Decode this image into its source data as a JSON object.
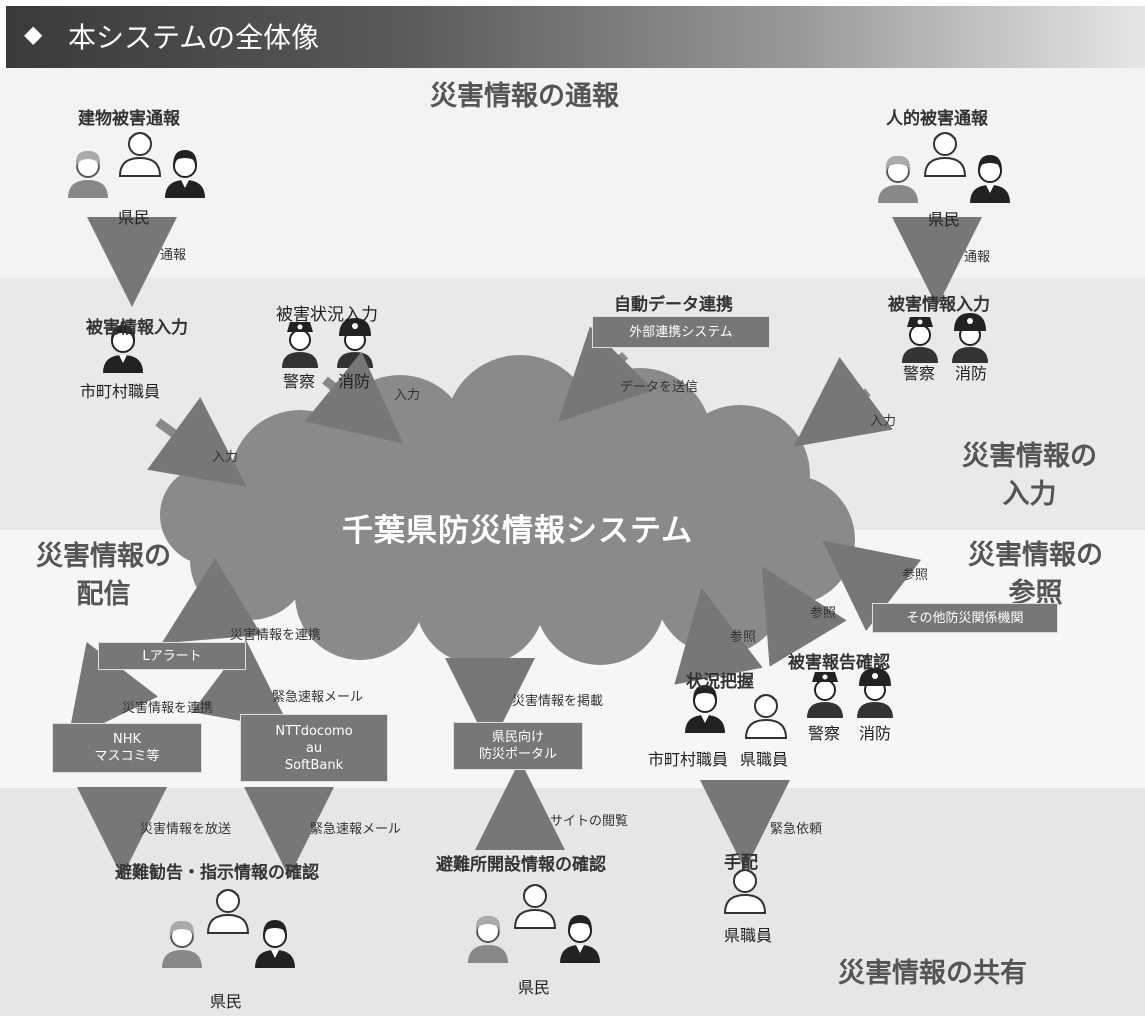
{
  "title": "本システムの全体像",
  "sections": {
    "report": "災害情報の通報",
    "input": "災害情報の\n入力",
    "delivery": "災害情報の\n配信",
    "reference": "災害情報の\n参照",
    "share": "災害情報の共有"
  },
  "cloud_label": "千葉県防災情報システム",
  "groups": {
    "building_report": "建物被害通報",
    "human_report": "人的被害通報",
    "resident": "県民",
    "damage_input_left": "被害情報入力",
    "city_staff": "市町村職員",
    "status_input": "被害状況入力",
    "police": "警察",
    "fire": "消防",
    "auto_link": "自動データ連携",
    "damage_input_right": "被害情報入力",
    "situation": "状況把握",
    "pref_staff": "県職員",
    "damage_confirm": "被害報告確認",
    "evac_confirm": "避難勧告・指示情報の確認",
    "shelter_confirm": "避難所開設情報の確認",
    "arrange": "手配"
  },
  "boxes": {
    "external": "外部連携システム",
    "lalert": "Lアラート",
    "nhk": "NHK\nマスコミ等",
    "carriers": "NTTdocomo\nau\nSoftBank",
    "portal": "県民向け\n防災ポータル",
    "others": "その他防災関係機関"
  },
  "arrow_labels": {
    "report": "通報",
    "input": "入力",
    "send_data": "データを送信",
    "ref": "参照",
    "link_info": "災害情報を連携",
    "emergency_mail": "緊急速報メール",
    "post_info": "災害情報を掲載",
    "broadcast": "災害情報を放送",
    "browse": "サイトの閲覧",
    "emergency_request": "緊急依頼"
  }
}
